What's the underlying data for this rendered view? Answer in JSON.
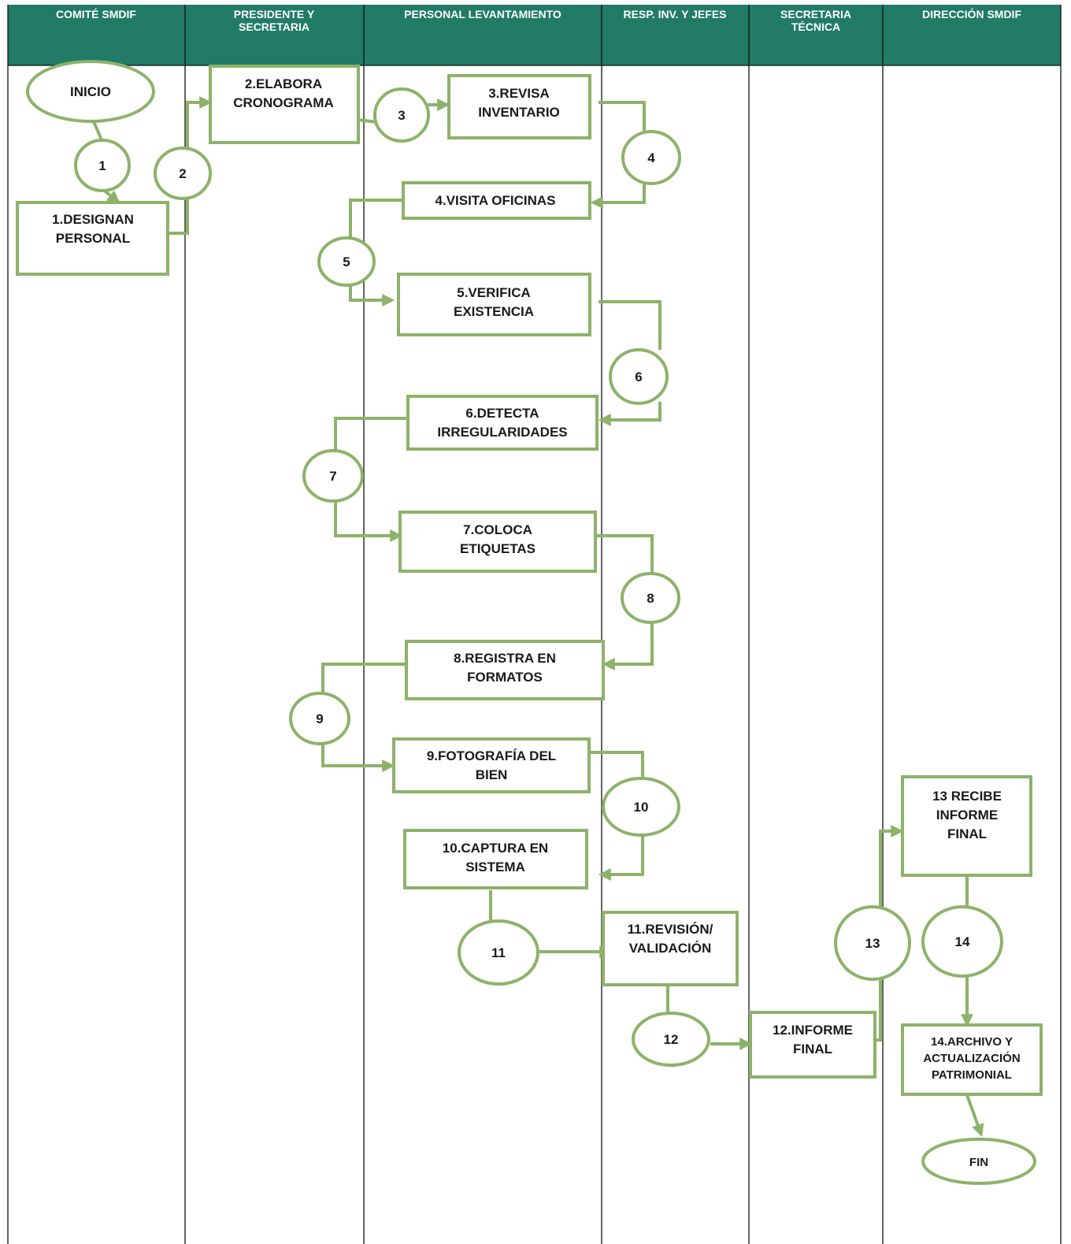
{
  "colors": {
    "header_bg": "#217b66",
    "header_text": "#ffffff",
    "shape_stroke": "#8db26a",
    "lane_line": "#111111"
  },
  "lanes": [
    {
      "label": "COMITÉ SMDIF"
    },
    {
      "label": "PRESIDENTE Y SECRETARIA"
    },
    {
      "label": "PERSONAL LEVANTAMIENTO"
    },
    {
      "label": "RESP. INV. Y JEFES"
    },
    {
      "label": "SECRETARIA TÉCNICA"
    },
    {
      "label": "DIRECCIÓN SMDIF"
    }
  ],
  "terminals": {
    "start": "INICIO",
    "end": "FIN"
  },
  "steps": [
    {
      "id": "1",
      "lines": [
        "1.DESIGNAN",
        "PERSONAL"
      ]
    },
    {
      "id": "2",
      "lines": [
        "2.ELABORA",
        "CRONOGRAMA"
      ]
    },
    {
      "id": "3",
      "lines": [
        "3.REVISA",
        "INVENTARIO"
      ]
    },
    {
      "id": "4",
      "lines": [
        "4.VISITA OFICINAS"
      ]
    },
    {
      "id": "5",
      "lines": [
        "5.VERIFICA",
        "EXISTENCIA"
      ]
    },
    {
      "id": "6",
      "lines": [
        "6.DETECTA",
        "IRREGULARIDADES"
      ]
    },
    {
      "id": "7",
      "lines": [
        "7.COLOCA",
        "ETIQUETAS"
      ]
    },
    {
      "id": "8",
      "lines": [
        "8.REGISTRA EN",
        "FORMATOS"
      ]
    },
    {
      "id": "9",
      "lines": [
        "9.FOTOGRAFÍA DEL",
        "BIEN"
      ]
    },
    {
      "id": "10",
      "lines": [
        "10.CAPTURA EN",
        "SISTEMA"
      ]
    },
    {
      "id": "11",
      "lines": [
        "11.REVISIÓN/",
        "VALIDACIÓN"
      ]
    },
    {
      "id": "12",
      "lines": [
        "12.INFORME",
        "FINAL"
      ]
    },
    {
      "id": "13",
      "lines": [
        "13 RECIBE",
        "INFORME",
        "FINAL"
      ]
    },
    {
      "id": "14",
      "lines": [
        "14.ARCHIVO Y",
        "ACTUALIZACIÓN",
        "PATRIMONIAL"
      ]
    }
  ],
  "connectors": [
    "1",
    "2",
    "3",
    "4",
    "5",
    "6",
    "7",
    "8",
    "9",
    "10",
    "11",
    "12",
    "13",
    "14"
  ]
}
